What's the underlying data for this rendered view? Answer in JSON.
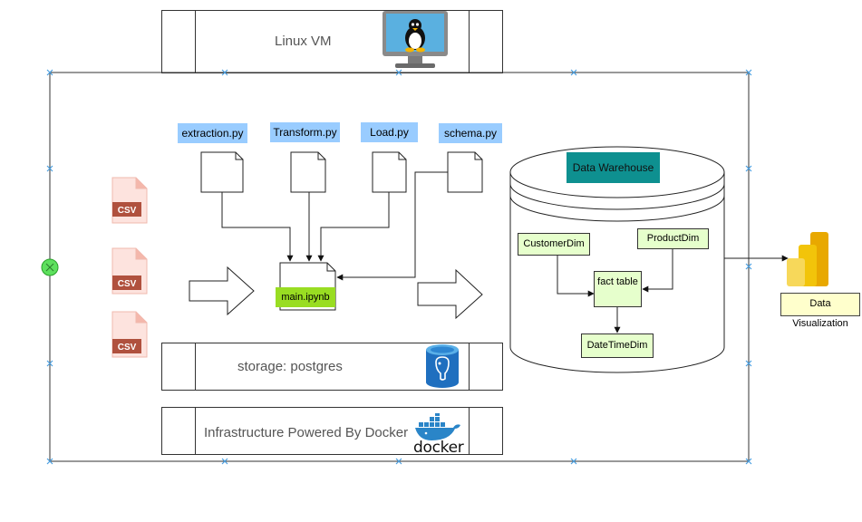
{
  "vm": {
    "label": "Linux VM",
    "icon": "linux-monitor-icon"
  },
  "scripts": [
    {
      "label": "extraction.py"
    },
    {
      "label": "Transform.py"
    },
    {
      "label": "Load.py"
    },
    {
      "label": "schema.py"
    }
  ],
  "notebook": {
    "label": "main.ipynb"
  },
  "csv_files": [
    {
      "label": "CSV"
    },
    {
      "label": "CSV"
    },
    {
      "label": "CSV"
    }
  ],
  "storage": {
    "label": "storage: postgres",
    "icon": "postgres-database-icon"
  },
  "infrastructure": {
    "label": "Infrastructure Powered By Docker",
    "icon": "docker-whale-icon",
    "logo_text": "docker"
  },
  "warehouse": {
    "label": "Data Warehouse",
    "entities": {
      "customer": "CustomerDim",
      "product": "ProductDim",
      "fact": "fact table",
      "datetime": "DateTimeDim"
    }
  },
  "visualization": {
    "label": "Data Visualization",
    "icon": "powerbi-icon"
  },
  "colors": {
    "script_label": "#99ccff",
    "notebook_label": "#99dd22",
    "entity_fill": "#e6ffcc",
    "warehouse_label": "#0e9090",
    "visualization_label": "#ffffcc",
    "selection_handle": "#4a9fe0"
  }
}
